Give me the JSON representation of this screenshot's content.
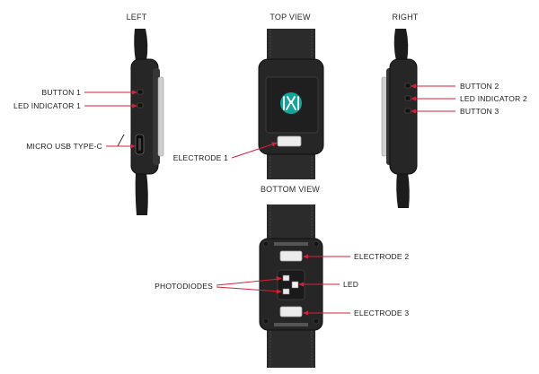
{
  "views": {
    "left": "LEFT",
    "top": "TOP VIEW",
    "right": "RIGHT",
    "bottom": "BOTTOM VIEW"
  },
  "labels": {
    "button1": "BUTTON 1",
    "led_indicator1": "LED INDICATOR 1",
    "micro_usb": "MICRO USB TYPE-C",
    "electrode1": "ELECTRODE 1",
    "button2": "BUTTON 2",
    "led_indicator2": "LED INDICATOR 2",
    "button3": "BUTTON 3",
    "electrode2": "ELECTRODE 2",
    "photodiodes": "PHOTODIODES",
    "led": "LED",
    "electrode3": "ELECTRODE 3"
  },
  "colors": {
    "callout": "#d4213a",
    "logo_teal": "#16a39a"
  },
  "icons": {
    "logo": "maxim-logo-icon"
  }
}
